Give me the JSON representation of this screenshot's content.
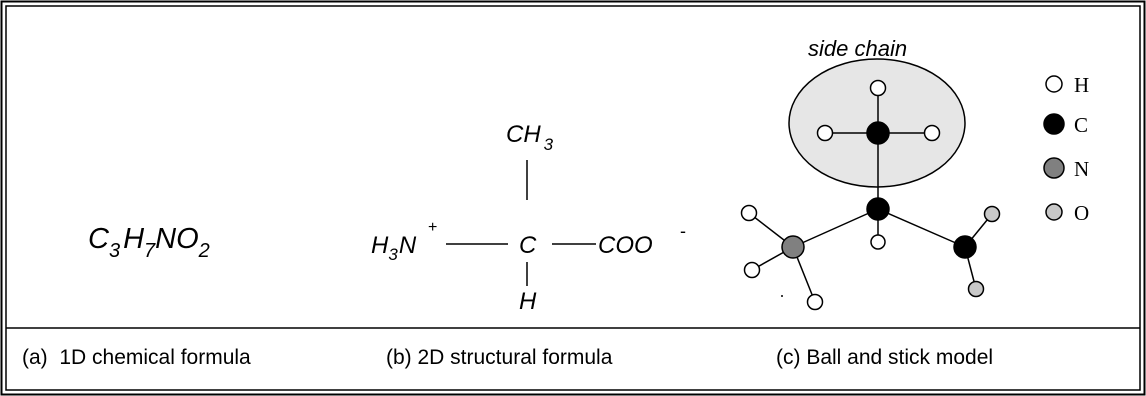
{
  "formula_1d": {
    "c": "C",
    "c_sub": "3",
    "h": "H",
    "h_sub": "7",
    "no": "NO",
    "o_sub": "2"
  },
  "formula_2d": {
    "top": "CH",
    "top_sub": "3",
    "left_h": "H",
    "left_sub": "3",
    "left_n": "N",
    "left_charge": "+",
    "center": "C",
    "right": "COO",
    "right_charge": "-",
    "bottom": "H"
  },
  "model": {
    "side_chain_label": "side chain"
  },
  "legend": [
    {
      "label": "H",
      "color": "#ffffff"
    },
    {
      "label": "C",
      "color": "#000000"
    },
    {
      "label": "N",
      "color": "#808080"
    },
    {
      "label": "O",
      "color": "#c8c8c8"
    }
  ],
  "captions": {
    "a": "(a)  1D chemical formula",
    "b": "(b) 2D structural formula",
    "c": "(c) Ball and stick model"
  }
}
